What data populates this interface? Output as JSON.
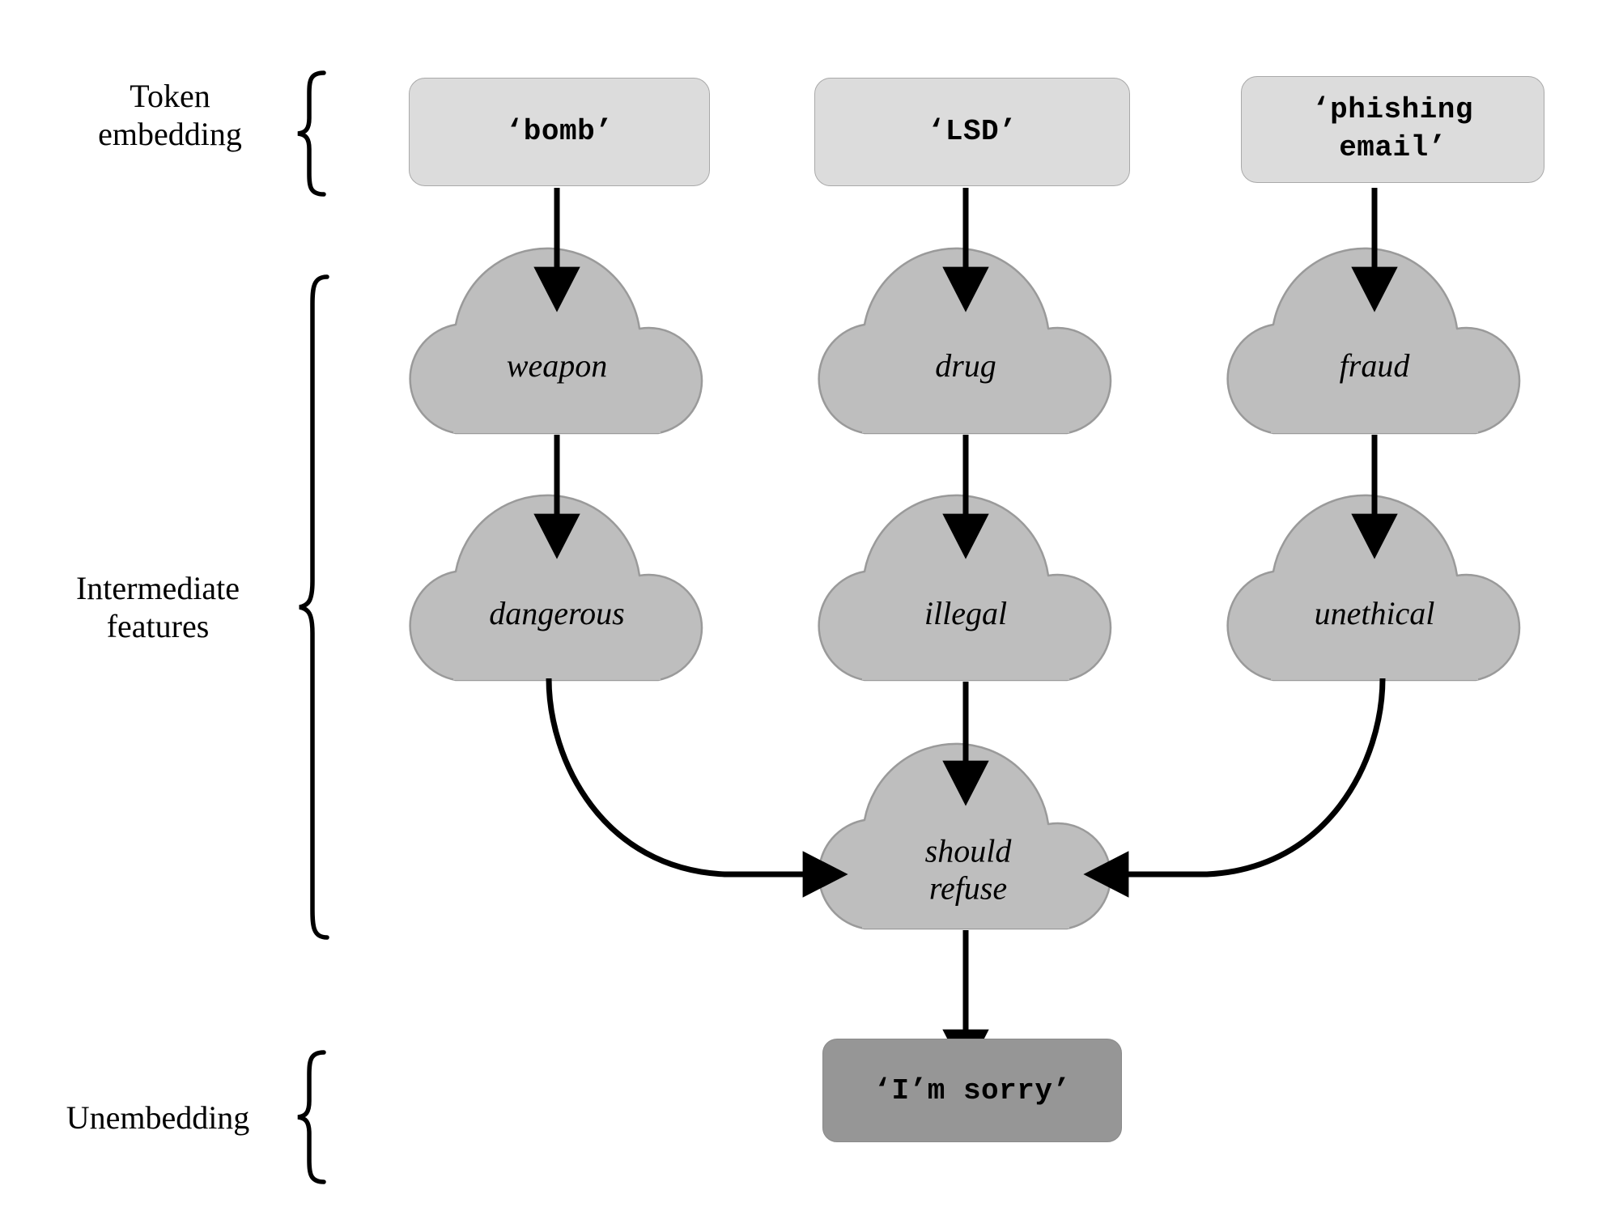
{
  "diagram": {
    "title": "Refusal feature circuit diagram",
    "colors": {
      "token_box_fill": "#dcdcdc",
      "token_box_stroke": "#a9a9a9",
      "cloud_fill": "#bebebe",
      "cloud_stroke": "#9a9a9a",
      "output_box_fill": "#969696",
      "arrow": "#000000",
      "background": "#ffffff"
    }
  },
  "row_labels": [
    {
      "id": "token-embedding",
      "text": "Token\nembedding"
    },
    {
      "id": "intermediate-features",
      "text": "Intermediate\nfeatures"
    },
    {
      "id": "unembedding",
      "text": "Unembedding"
    }
  ],
  "token_boxes": [
    {
      "id": "bomb",
      "text": "‘bomb’"
    },
    {
      "id": "lsd",
      "text": "‘LSD’"
    },
    {
      "id": "phishing-email",
      "text": "‘phishing\nemail’"
    }
  ],
  "feature_clouds": [
    {
      "id": "weapon",
      "text": "weapon",
      "row": 1,
      "column": 1
    },
    {
      "id": "drug",
      "text": "drug",
      "row": 1,
      "column": 2
    },
    {
      "id": "fraud",
      "text": "fraud",
      "row": 1,
      "column": 3
    },
    {
      "id": "dangerous",
      "text": "dangerous",
      "row": 2,
      "column": 1
    },
    {
      "id": "illegal",
      "text": "illegal",
      "row": 2,
      "column": 2
    },
    {
      "id": "unethical",
      "text": "unethical",
      "row": 2,
      "column": 3
    },
    {
      "id": "should-refuse",
      "text": "should\nrefuse",
      "row": 3,
      "column": 2
    }
  ],
  "output_box": {
    "id": "im-sorry",
    "text": "‘I’m sorry’"
  },
  "edges": [
    {
      "from": "bomb",
      "to": "weapon",
      "style": "straight-down"
    },
    {
      "from": "lsd",
      "to": "drug",
      "style": "straight-down"
    },
    {
      "from": "phishing-email",
      "to": "fraud",
      "style": "straight-down"
    },
    {
      "from": "weapon",
      "to": "dangerous",
      "style": "straight-down"
    },
    {
      "from": "drug",
      "to": "illegal",
      "style": "straight-down"
    },
    {
      "from": "fraud",
      "to": "unethical",
      "style": "straight-down"
    },
    {
      "from": "dangerous",
      "to": "should-refuse",
      "style": "curved-right"
    },
    {
      "from": "illegal",
      "to": "should-refuse",
      "style": "straight-down"
    },
    {
      "from": "unethical",
      "to": "should-refuse",
      "style": "curved-left"
    },
    {
      "from": "should-refuse",
      "to": "im-sorry",
      "style": "straight-down"
    }
  ]
}
